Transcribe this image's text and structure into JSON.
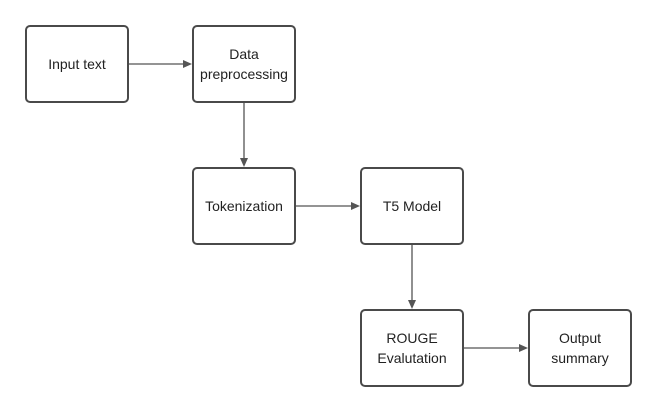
{
  "nodes": {
    "input_text": "Input text",
    "data_preprocessing": "Data\npreprocessing",
    "tokenization": "Tokenization",
    "t5_model": "T5 Model",
    "rouge_evaluation": "ROUGE\nEvalutation",
    "output_summary": "Output\nsummary"
  },
  "edges": [
    {
      "from": "input_text",
      "to": "data_preprocessing"
    },
    {
      "from": "data_preprocessing",
      "to": "tokenization"
    },
    {
      "from": "tokenization",
      "to": "t5_model"
    },
    {
      "from": "t5_model",
      "to": "rouge_evaluation"
    },
    {
      "from": "rouge_evaluation",
      "to": "output_summary"
    }
  ],
  "colors": {
    "border": "#4a4a4a",
    "arrow": "#555555",
    "text": "#222222",
    "background": "#ffffff"
  }
}
